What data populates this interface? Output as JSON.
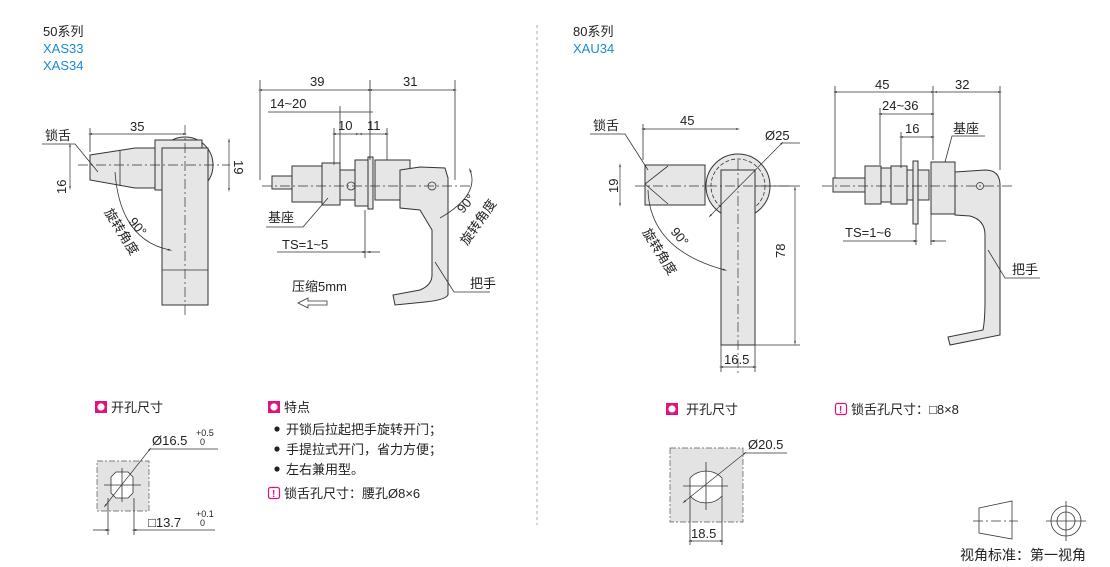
{
  "left": {
    "series": "50系列",
    "models": [
      "XAS33",
      "XAS34"
    ],
    "front": {
      "tongue_label": "锁舌",
      "dim_width": "35",
      "dim_tongue_h": "16",
      "dim_body_h": "19",
      "angle": "90°",
      "angle_label": "旋转角度"
    },
    "side": {
      "dim_total_left": "39",
      "dim_total_right": "31",
      "dim_range": "14~20",
      "dim_a": "10",
      "dim_b": "11",
      "base_label": "基座",
      "ts": "TS=1~5",
      "compress": "压缩5mm",
      "handle_label": "把手",
      "angle": "90°",
      "angle_label": "旋转角度"
    },
    "cutout": {
      "title": "开孔尺寸",
      "dia": "Ø16.5",
      "dia_tol_upper": "+0.5",
      "dia_tol_lower": "0",
      "square": "□13.7",
      "square_tol_upper": "+0.1",
      "square_tol_lower": "0"
    },
    "features": {
      "title": "特点",
      "items": [
        "开锁后拉起把手旋转开门；",
        "手提拉式开门，省力方便；",
        "左右兼用型。"
      ],
      "note": "锁舌孔尺寸：腰孔Ø8×6"
    }
  },
  "right": {
    "series": "80系列",
    "models": [
      "XAU34"
    ],
    "front": {
      "tongue_label": "锁舌",
      "dim_width": "45",
      "dim_dia": "Ø25",
      "dim_tongue_h": "19",
      "dim_len": "78",
      "dim_handle_w": "16.5",
      "angle": "90°",
      "angle_label": "旋转角度"
    },
    "side": {
      "dim_total_left": "45",
      "dim_total_right": "32",
      "dim_range": "24~36",
      "dim_a": "16",
      "base_label": "基座",
      "ts": "TS=1~6",
      "handle_label": "把手"
    },
    "cutout": {
      "title": "开孔尺寸",
      "dia": "Ø20.5",
      "width": "18.5"
    },
    "note": "锁舌孔尺寸：□8×8"
  },
  "projection": {
    "label": "视角标准：第一视角"
  },
  "colors": {
    "model": "#1a8ad4",
    "icon": "#e4117d",
    "part": "#e6e6e6"
  }
}
